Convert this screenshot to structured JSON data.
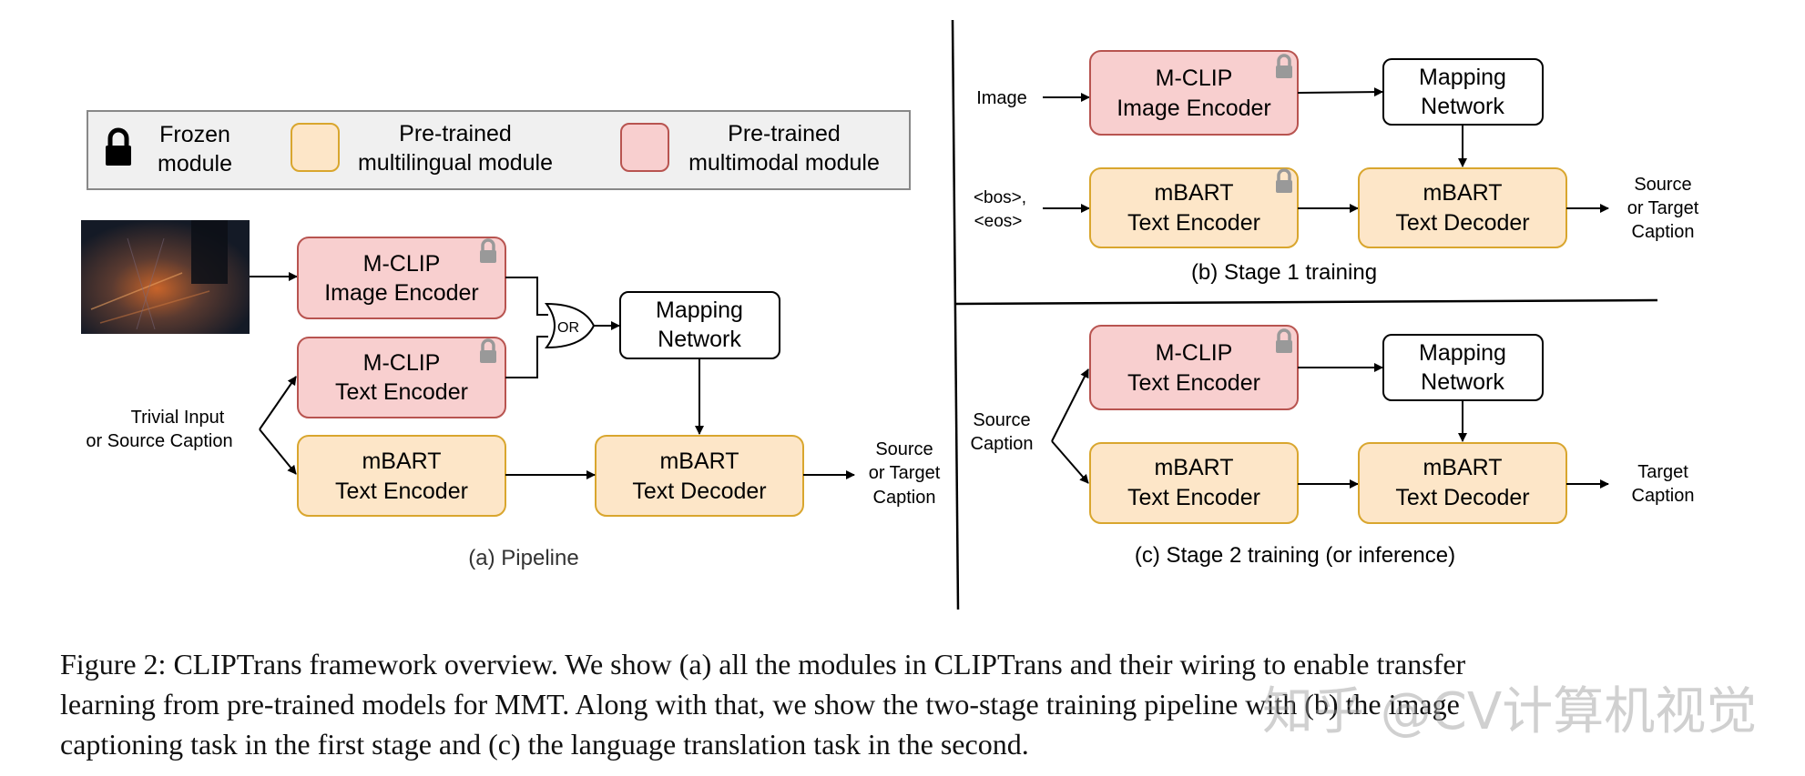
{
  "colors": {
    "multilingual_fill": "#fde6c8",
    "multilingual_stroke": "#d9a62e",
    "multimodal_fill": "#f8cfcf",
    "multimodal_stroke": "#b85450",
    "plain_fill": "#ffffff",
    "legend_fill": "#f0f0f0",
    "line": "#000000",
    "lock": "#999999"
  },
  "legend": {
    "frozen": [
      "Frozen",
      "module"
    ],
    "multilingual": [
      "Pre-trained",
      "multilingual module"
    ],
    "multimodal": [
      "Pre-trained",
      "multimodal module"
    ]
  },
  "panel_a": {
    "title": "(a) Pipeline",
    "input_label": [
      "Trivial Input",
      "or Source Caption"
    ],
    "output_label": [
      "Source",
      "or Target",
      "Caption"
    ],
    "or_gate": "OR",
    "boxes": {
      "mclip_image_encoder": [
        "M-CLIP",
        "Image Encoder"
      ],
      "mclip_text_encoder": [
        "M-CLIP",
        "Text Encoder"
      ],
      "mbart_text_encoder": [
        "mBART",
        "Text Encoder"
      ],
      "mapping_network": [
        "Mapping",
        "Network"
      ],
      "mbart_text_decoder": [
        "mBART",
        "Text Decoder"
      ]
    }
  },
  "panel_b": {
    "title": "(b) Stage 1 training",
    "image_label": "Image",
    "token_label": [
      "<bos>,",
      "<eos>"
    ],
    "output_label": [
      "Source",
      "or Target",
      "Caption"
    ],
    "boxes": {
      "mclip_image_encoder": [
        "M-CLIP",
        "Image Encoder"
      ],
      "mapping_network": [
        "Mapping",
        "Network"
      ],
      "mbart_text_encoder": [
        "mBART",
        "Text Encoder"
      ],
      "mbart_text_decoder": [
        "mBART",
        "Text Decoder"
      ]
    }
  },
  "panel_c": {
    "title": "(c) Stage 2 training (or inference)",
    "input_label": [
      "Source",
      "Caption"
    ],
    "output_label": [
      "Target",
      "Caption"
    ],
    "boxes": {
      "mclip_text_encoder": [
        "M-CLIP",
        "Text Encoder"
      ],
      "mapping_network": [
        "Mapping",
        "Network"
      ],
      "mbart_text_encoder": [
        "mBART",
        "Text Encoder"
      ],
      "mbart_text_decoder": [
        "mBART",
        "Text Decoder"
      ]
    }
  },
  "caption": {
    "lines": [
      "Figure 2: CLIPTrans framework overview. We show (a) all the modules in CLIPTrans and their wiring to enable transfer",
      "learning from pre-trained models for MMT. Along with that, we show the two-stage training pipeline with (b) the image",
      "captioning task in the first stage and (c) the language translation task in the second."
    ]
  },
  "watermark": "知乎 @CV计算机视觉"
}
